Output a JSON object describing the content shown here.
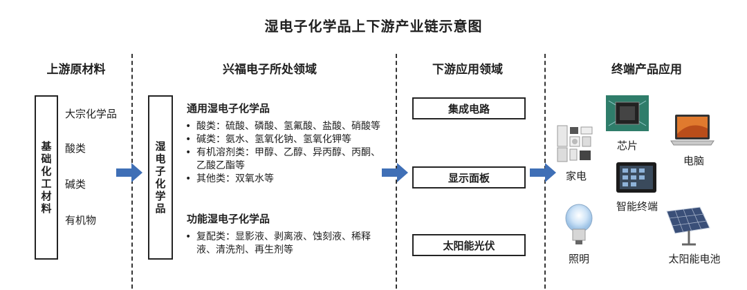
{
  "title": "湿电子化学品上下游产业链示意图",
  "columns": {
    "upstream": {
      "heading": "上游原材料",
      "box_label": "基础化工材料",
      "items": [
        "大宗化学品",
        "酸类",
        "碱类",
        "有机物"
      ]
    },
    "company": {
      "heading": "兴福电子所处领域",
      "box_label": "湿电子化学品",
      "general": {
        "heading": "通用湿电子化学品",
        "bullets": [
          "酸类：硫酸、磷酸、氢氟酸、盐酸、硝酸等",
          "碱类：氨水、氢氧化钠、氢氧化钾等",
          "有机溶剂类：甲醇、乙醇、异丙醇、丙酮、乙酸乙酯等",
          "其他类：双氧水等"
        ]
      },
      "functional": {
        "heading": "功能湿电子化学品",
        "bullets": [
          "复配类：显影液、剥离液、蚀刻液、稀释液、清洗剂、再生剂等"
        ]
      }
    },
    "downstream": {
      "heading": "下游应用领域",
      "items": [
        "集成电路",
        "显示面板",
        "太阳能光伏"
      ]
    },
    "terminal": {
      "heading": "终端产品应用",
      "items": [
        "家电",
        "芯片",
        "电脑",
        "智能终端",
        "照明",
        "太阳能电池"
      ]
    }
  },
  "colors": {
    "arrow": "#3f6fb6",
    "border": "#222222",
    "divider": "#333333"
  }
}
